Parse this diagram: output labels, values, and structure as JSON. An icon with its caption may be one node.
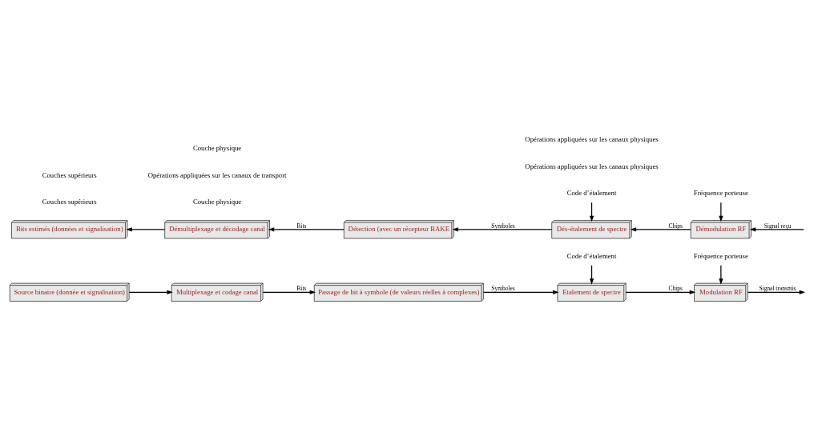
{
  "diagram": {
    "nodes": [
      {
        "text": [
          "Source binaire (donnée et signalisation)"
        ]
      },
      {
        "text": [
          "Multiplexage et codage canal"
        ]
      },
      {
        "text": [
          "Passage de bit à symbole (de valeurs réelles à complexes)"
        ]
      },
      {
        "text": [
          "Etalement de spectre"
        ]
      },
      {
        "text": [
          "Code d’étalement"
        ]
      },
      {
        "text": [
          "Modulation RF"
        ]
      },
      {
        "text": [
          "Fréquence porteuse"
        ]
      },
      {
        "text": [
          "Bits estimés (données et signalisation)"
        ]
      },
      {
        "text": [
          "Démultiplexage et décodage canal"
        ]
      },
      {
        "text": [
          "Détection (avec un récepteur RAKE"
        ]
      },
      {
        "text": [
          "Dés-étalement de spectre"
        ]
      },
      {
        "text": [
          "Code d’étalement"
        ]
      },
      {
        "text": [
          "Démodulation RF"
        ]
      },
      {
        "text": [
          "Fréquence porteuse"
        ]
      }
    ],
    "edges": [
      {
        "from": 0,
        "to": 1,
        "arrow": "to"
      },
      {
        "from": 1,
        "to": 2,
        "label": "Bits",
        "arrow": "to"
      },
      {
        "from": 2,
        "to": 3,
        "label": "Symboles",
        "arrow": "to"
      },
      {
        "from": 3,
        "to": 5,
        "label": "Chips",
        "arrow": "to"
      },
      {
        "from": 4,
        "to": 3,
        "arrow": "to"
      },
      {
        "from": 6,
        "to": 5,
        "arrow": "to"
      },
      {
        "from": 5,
        "to": null,
        "label": "Signal transmis",
        "arrow": "to"
      },
      {
        "from": null,
        "to": 12,
        "label": "Signal reçu",
        "arrow": "to"
      },
      {
        "from": 12,
        "to": 10,
        "label": "Chips",
        "arrow": "to"
      },
      {
        "from": 11,
        "to": 10,
        "arrow": "to"
      },
      {
        "from": 13,
        "to": 12,
        "arrow": "to"
      },
      {
        "from": 10,
        "to": 9,
        "label": "Symboles",
        "arrow": "to"
      },
      {
        "from": 9,
        "to": 8,
        "label": "Bits",
        "arrow": "to"
      },
      {
        "from": 8,
        "to": 7,
        "arrow": "to"
      }
    ],
    "labels": [
      "Couches supérieurs",
      "Couche physique",
      "Opérations appliquées sur les canaux physiques",
      "Opérations appliquées sur les canaux de transport",
      "Opérations appliquées sur les canaux physiques",
      "Couches supérieurs",
      "Couche physique"
    ]
  }
}
